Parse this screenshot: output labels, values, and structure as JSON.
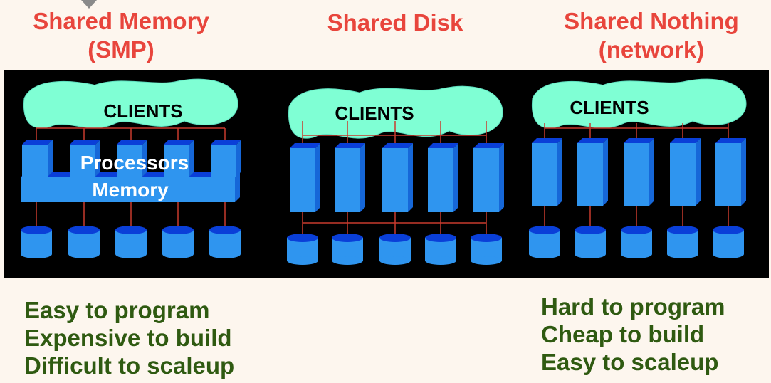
{
  "titles": {
    "shared_memory": [
      "Shared Memory",
      "(SMP)"
    ],
    "shared_disk": [
      "Shared Disk"
    ],
    "shared_nothing": [
      "Shared Nothing",
      "(network)"
    ]
  },
  "diagram": {
    "clients_label": "CLIENTS",
    "processors_label": "Processors",
    "memory_label": "Memory"
  },
  "notes": {
    "shared_memory": [
      "Easy to program",
      "Expensive to build",
      "Difficult to scaleup"
    ],
    "shared_nothing": [
      "Hard to program",
      "Cheap to build",
      "Easy to scaleup"
    ]
  },
  "colors": {
    "title": "#e8453c",
    "notes": "#2f5a11",
    "cloud": "#7fffd4",
    "node_front": "#2f95ef",
    "node_top": "#0a3fd8",
    "wire": "#c83a2e"
  }
}
